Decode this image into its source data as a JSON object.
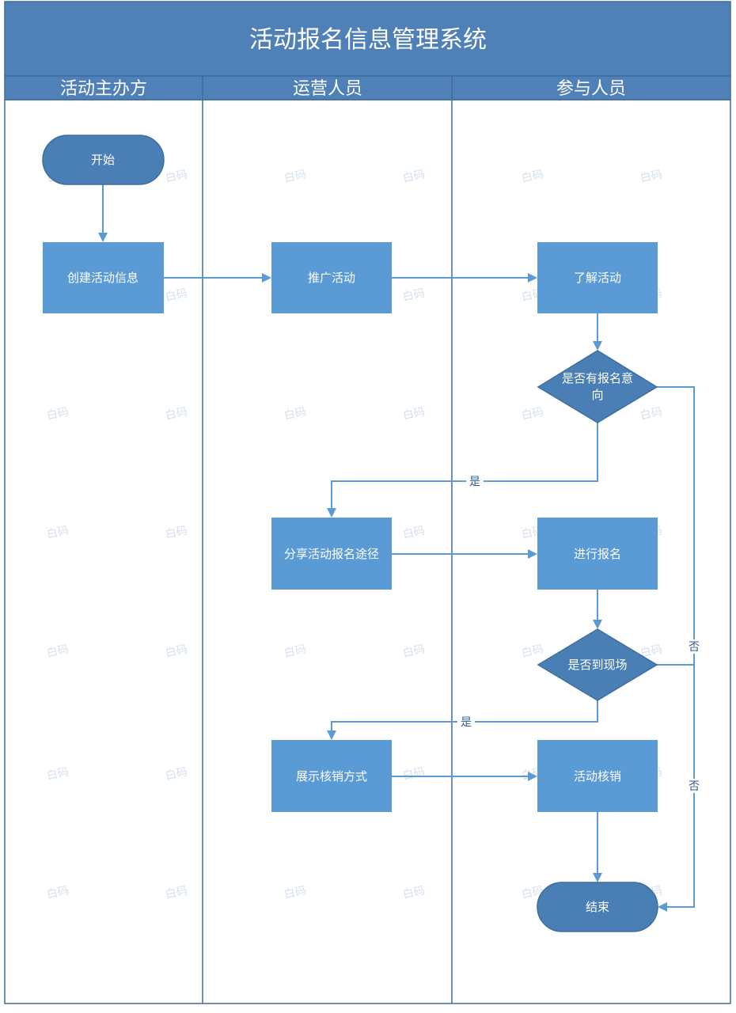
{
  "title": "活动报名信息管理系统",
  "lanes": [
    "活动主办方",
    "运营人员",
    "参与人员"
  ],
  "nodes": {
    "start": "开始",
    "create": "创建活动信息",
    "promote": "推广活动",
    "learn": "了解活动",
    "intent": [
      "是否有报名意",
      "向"
    ],
    "share": "分享活动报名途径",
    "register": "进行报名",
    "onsite": "是否到现场",
    "show": "展示核销方式",
    "verify": "活动核销",
    "end": "结束"
  },
  "edge_labels": {
    "yes1": "是",
    "yes2": "是",
    "no1": "否",
    "no2": "否"
  },
  "watermark": "白码",
  "colors": {
    "header": "#4f81b8",
    "border": "#3d6e9e",
    "process": "#5b9bd5",
    "terminal": "#4a7fb5",
    "line": "#5b9bd5"
  }
}
